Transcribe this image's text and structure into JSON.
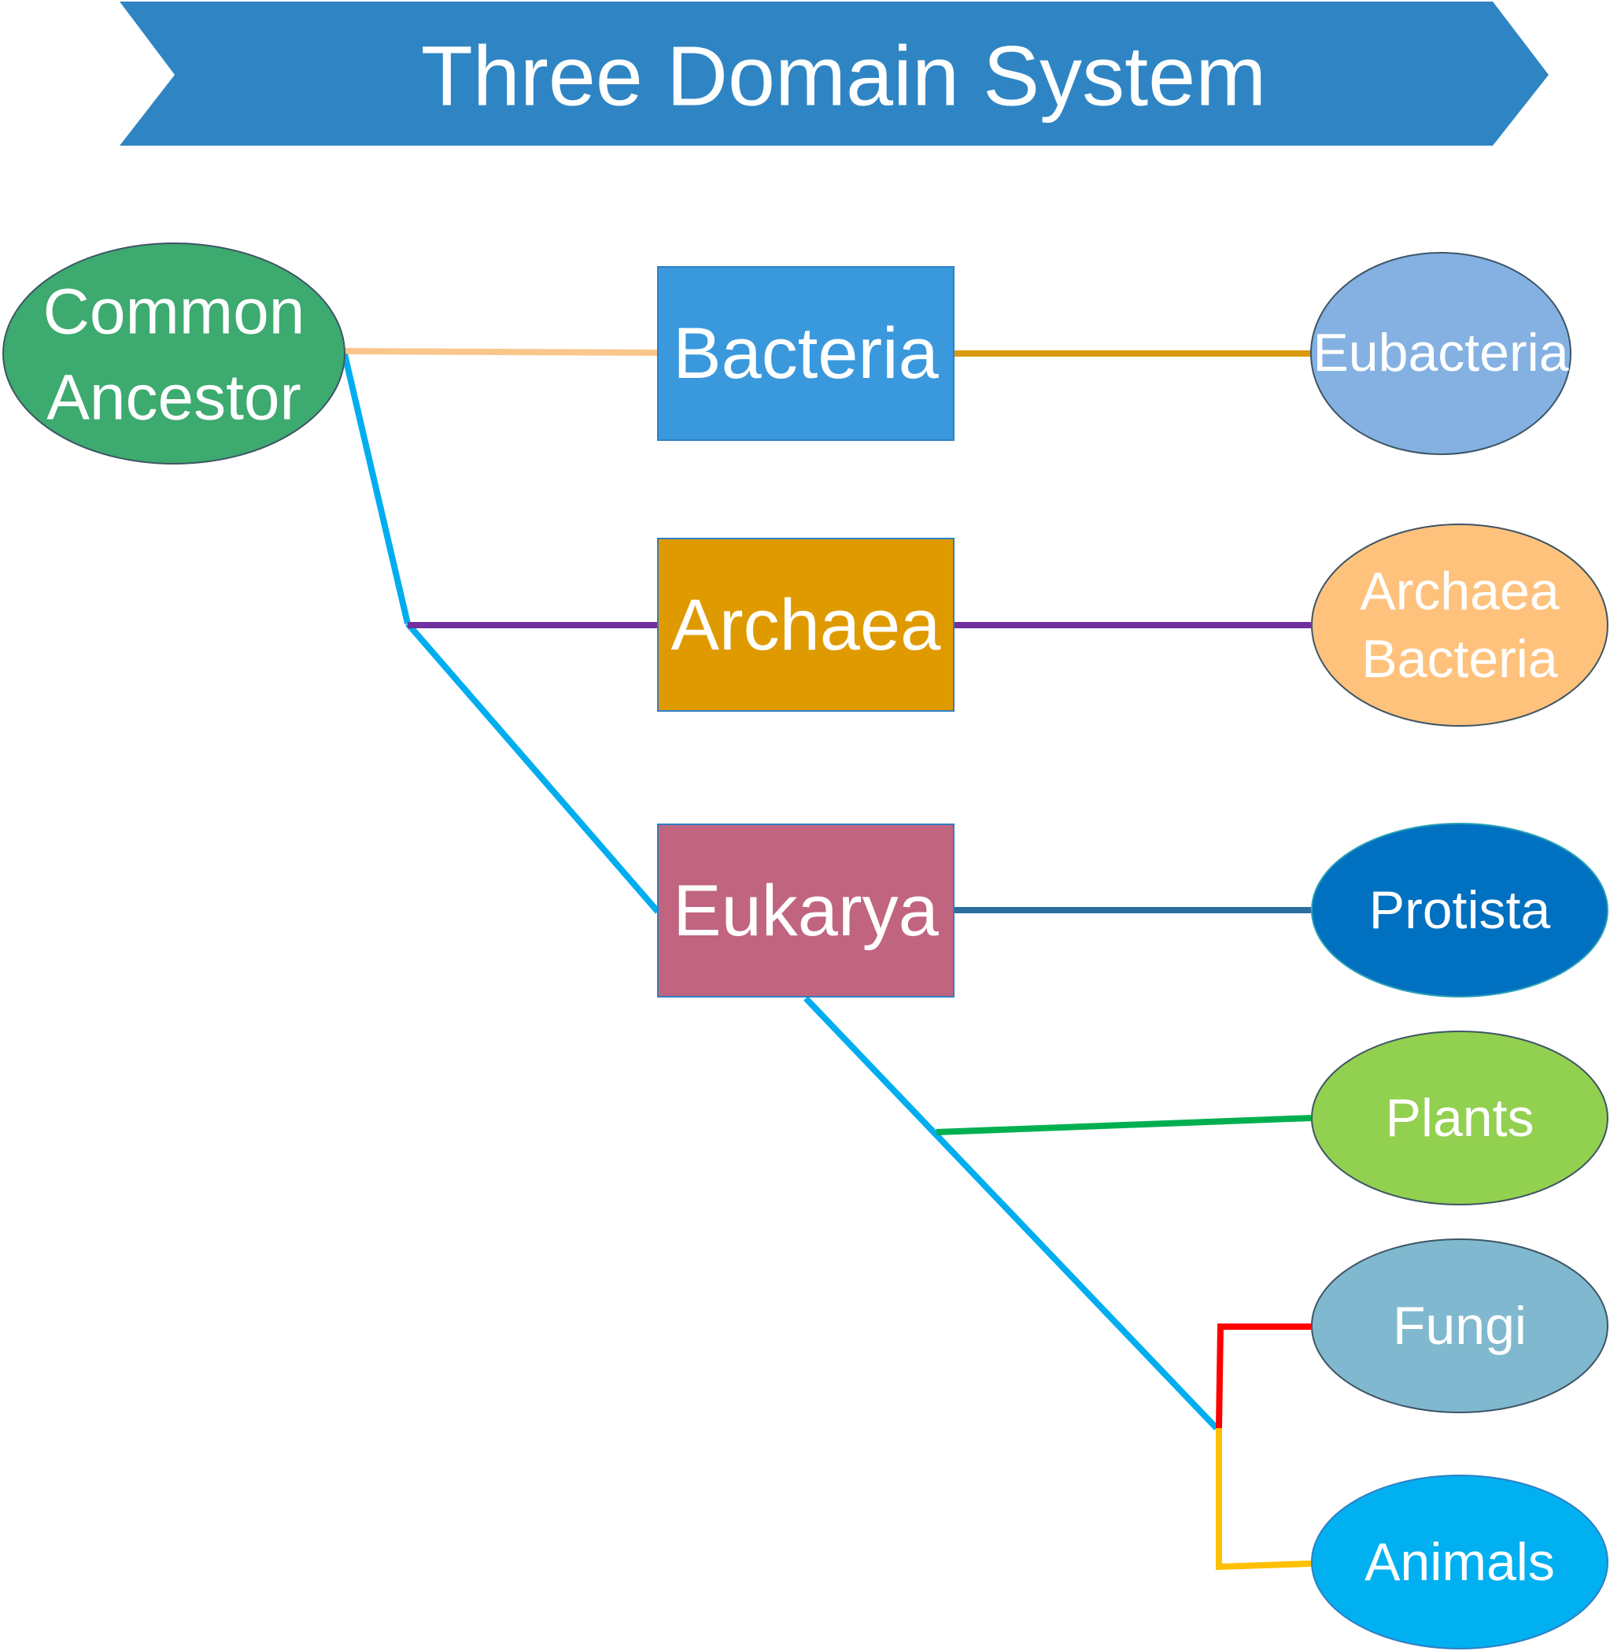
{
  "title": "Three Domain System",
  "ancestor": {
    "line1": "Common",
    "line2": "Ancestor"
  },
  "domains": {
    "bacteria": "Bacteria",
    "archaea": "Archaea",
    "eukarya": "Eukarya"
  },
  "groups": {
    "eubacteria": "Eubacteria",
    "archaea_bacteria_line1": "Archaea",
    "archaea_bacteria_line2": "Bacteria",
    "protista": "Protista",
    "plants": "Plants",
    "fungi": "Fungi",
    "animals": "Animals"
  },
  "colors": {
    "title_banner": "#2f85c4",
    "common_ancestor": "#3daa6f",
    "bacteria": "#3a98dc",
    "archaea": "#df9a00",
    "eukarya": "#c06480",
    "eubacteria": "#84b1e2",
    "archaea_bacteria": "#ffc27d",
    "protista": "#0070c0",
    "plants": "#92d050",
    "fungi": "#80b9cf",
    "animals": "#00b0f0",
    "main_branch": "#00aeef",
    "ancestor_to_bacteria": "#fac68c",
    "bacteria_to_eubacteria": "#d89b0e",
    "archaea_link": "#7030a0",
    "eukarya_to_protista": "#2a6f9e",
    "plants_link": "#00b050",
    "fungi_link": "#ff0000",
    "animals_link": "#ffc000"
  }
}
